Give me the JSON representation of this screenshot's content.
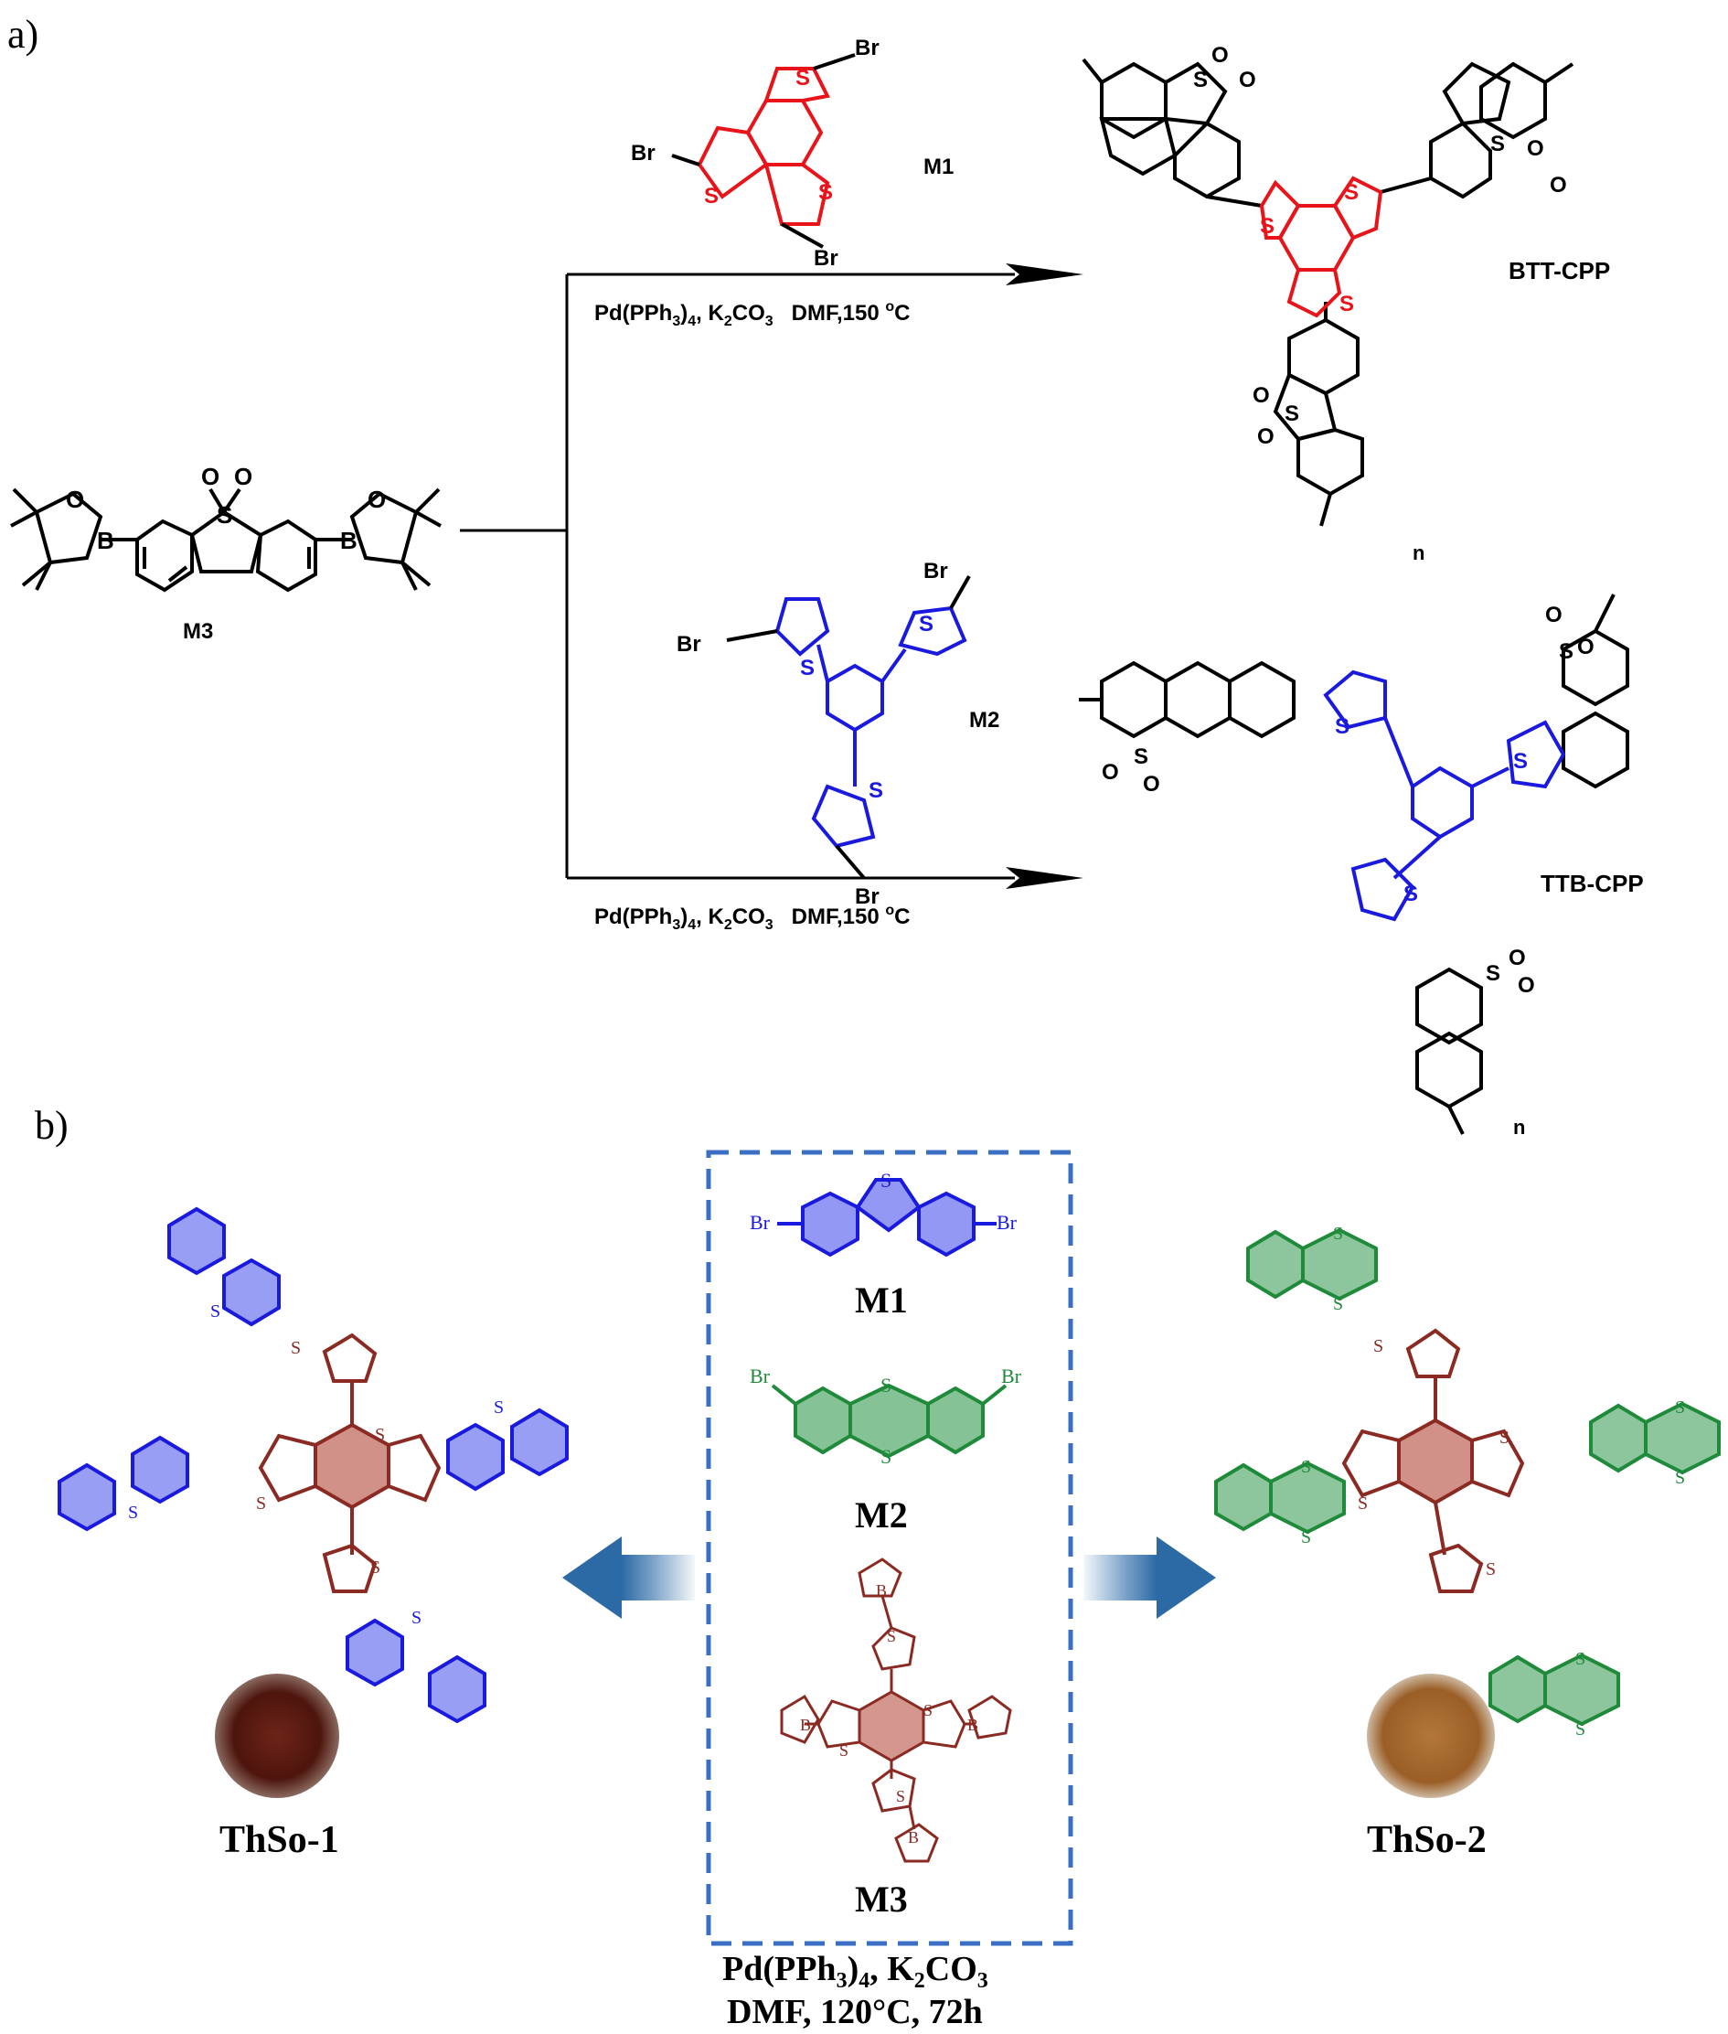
{
  "panel_a": {
    "label": "a)",
    "m1": {
      "name": "M1",
      "br_top": "Br",
      "br_left": "Br",
      "br_bottom": "Br",
      "s": "S"
    },
    "m2": {
      "name": "M2",
      "br_top": "Br",
      "br_left": "Br",
      "br_bottom": "Br",
      "s": "S"
    },
    "m3": {
      "name": "M3",
      "b": "B",
      "o": "O",
      "s": "S"
    },
    "condition_top": {
      "main": "Pd(PPh",
      "sub1": "3",
      "sub2": "4",
      "base": ", K",
      "sub3": "2",
      "co": "CO",
      "sub4": "3",
      "dmf": "DMF,150 ",
      "sup": "o",
      "c": "C"
    },
    "condition_bottom": {
      "main": "Pd(PPh",
      "sub1": "3",
      "sub2": "4",
      "base": ", K",
      "sub3": "2",
      "co": "CO",
      "sub4": "3",
      "dmf": "DMF,150 ",
      "sup": "o",
      "c": "C"
    },
    "product_top": {
      "name": "BTT-CPP",
      "n": "n"
    },
    "product_bottom": {
      "name": "TTB-CPP",
      "n": "n"
    }
  },
  "panel_b": {
    "label": "b)",
    "monomers": [
      {
        "name": "M1",
        "br": "Br",
        "s": "S"
      },
      {
        "name": "M2",
        "br": "Br",
        "s": "S"
      },
      {
        "name": "M3",
        "s": "S",
        "b": "B"
      }
    ],
    "conditions": {
      "line1_a": "Pd(PPh",
      "line1_sub1": "3",
      "line1_sub2": "4",
      "line1_b": ",  K",
      "line1_sub3": "2",
      "line1_c": "CO",
      "line1_sub4": "3",
      "line2": "DMF,  120°C,  72h"
    },
    "product_left": {
      "name": "ThSo-1"
    },
    "product_right": {
      "name": "ThSo-2"
    }
  },
  "colors": {
    "black": "#000000",
    "red": "#e8141a",
    "blue": "#1a1adf",
    "green": "#1f8a3a",
    "brown": "#8b2a22",
    "dash_box": "#3a6fc4",
    "arrow_blue": "#2c6aa6",
    "powder_left": "#5a1a12",
    "powder_right": "#a7682c"
  }
}
